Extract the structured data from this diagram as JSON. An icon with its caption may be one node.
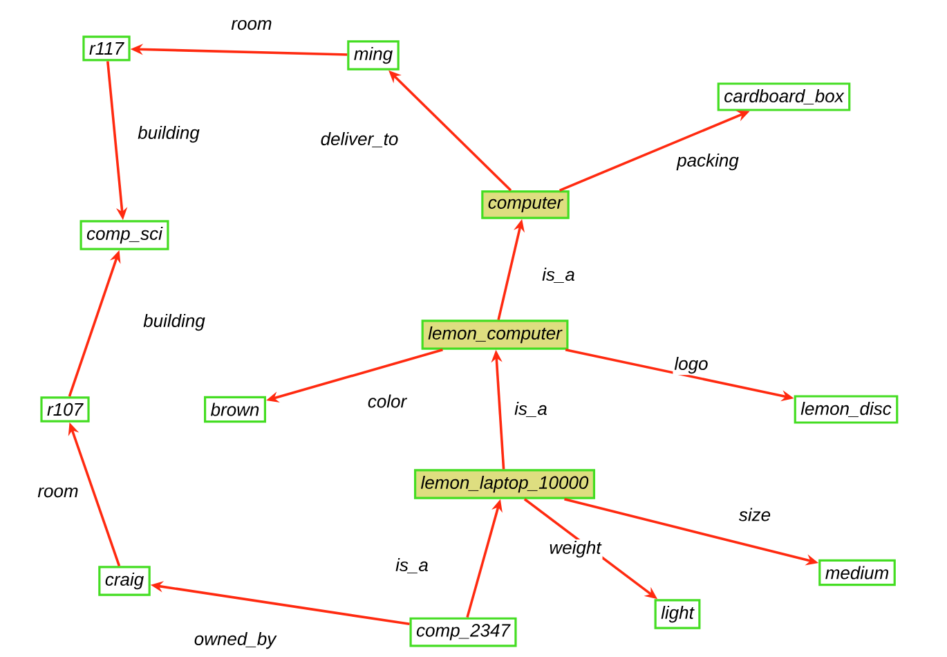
{
  "diagram": {
    "nodes": [
      {
        "text": [
          "r117"
        ]
      },
      {
        "text": [
          "ming"
        ]
      },
      {
        "text": [
          "cardboard_box"
        ]
      },
      {
        "text": [
          "comp_sci"
        ]
      },
      {
        "text": [
          "computer"
        ]
      },
      {
        "text": [
          "lemon_computer"
        ]
      },
      {
        "text": [
          "r107"
        ]
      },
      {
        "text": [
          "brown"
        ]
      },
      {
        "text": [
          "lemon_disc"
        ]
      },
      {
        "text": [
          "lemon_laptop_10000"
        ]
      },
      {
        "text": [
          "craig"
        ]
      },
      {
        "text": [
          "light"
        ]
      },
      {
        "text": [
          "medium"
        ]
      },
      {
        "text": [
          "comp_2347"
        ]
      }
    ],
    "edges": [
      {
        "from": 1,
        "to": 0,
        "arrow": "to",
        "label": "room"
      },
      {
        "from": 0,
        "to": 3,
        "arrow": "to",
        "label": "building"
      },
      {
        "from": 4,
        "to": 1,
        "arrow": "to",
        "label": "deliver_to"
      },
      {
        "from": 4,
        "to": 2,
        "arrow": "to",
        "label": "packing"
      },
      {
        "from": 5,
        "to": 4,
        "arrow": "to",
        "label": "is_a"
      },
      {
        "from": 6,
        "to": 3,
        "arrow": "to",
        "label": "building"
      },
      {
        "from": 5,
        "to": 7,
        "arrow": "to",
        "label": "color"
      },
      {
        "from": 5,
        "to": 8,
        "arrow": "to",
        "label": "logo"
      },
      {
        "from": 9,
        "to": 5,
        "arrow": "to",
        "label": "is_a"
      },
      {
        "from": 10,
        "to": 6,
        "arrow": "to",
        "label": "room"
      },
      {
        "from": 9,
        "to": 11,
        "arrow": "to",
        "label": "weight"
      },
      {
        "from": 9,
        "to": 12,
        "arrow": "to",
        "label": "size"
      },
      {
        "from": 13,
        "to": 9,
        "arrow": "to",
        "label": "is_a"
      },
      {
        "from": 13,
        "to": 10,
        "arrow": "to",
        "label": "owned_by"
      }
    ]
  }
}
